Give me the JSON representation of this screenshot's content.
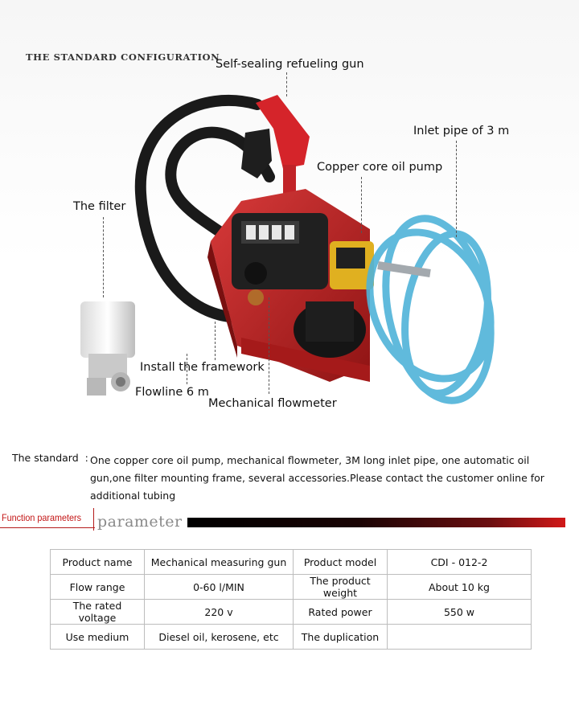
{
  "config_title": "THE STANDARD CONFIGURATION",
  "callouts": {
    "gun": "Self-sealing refueling gun",
    "inlet_pipe": "Inlet pipe of 3 m",
    "pump": "Copper core oil pump",
    "filter": "The filter",
    "framework": "Install the framework",
    "flowline": "Flowline 6 m",
    "flowmeter": "Mechanical flowmeter"
  },
  "standard": {
    "label": "The standard  :",
    "text": "One copper core oil pump, mechanical flowmeter, 3M long inlet pipe, one automatic oil gun,one filter mounting frame, several accessories.Please contact the customer online for additional tubing"
  },
  "function_header": {
    "label": "Function parameters",
    "word": "parameter"
  },
  "params_table": [
    [
      "Product name",
      "Mechanical measuring gun",
      "Product model",
      "CDI - 012-2"
    ],
    [
      "Flow range",
      "0-60 l/MIN",
      "The product weight",
      "About 10 kg"
    ],
    [
      "The rated voltage",
      "220 v",
      "Rated power",
      "550 w"
    ],
    [
      "Use medium",
      "Diesel oil, kerosene, etc",
      "The duplication",
      ""
    ]
  ],
  "colors": {
    "accent_red": "#c31515",
    "frame_red": "#c0252b",
    "hose_blue": "#4fb3d9"
  }
}
